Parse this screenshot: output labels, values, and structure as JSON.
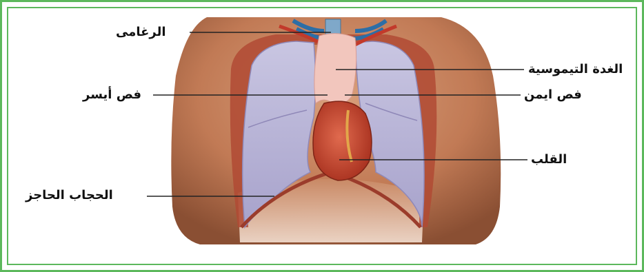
{
  "colors": {
    "border": "#5cb85c",
    "skin": "#c8825f",
    "lung": "#b9b5d6",
    "heart": "#c8432f",
    "thymus": "#f1c7c0",
    "leader_line": "#222222"
  },
  "labels": {
    "trachea": "الرغامى",
    "thymus": "الغدة التيموسية",
    "left_lobe": "فص أيسر",
    "right_lobe": "فص ايمن",
    "heart": "القلب",
    "diaphragm": "الحجاب الحاجز"
  }
}
